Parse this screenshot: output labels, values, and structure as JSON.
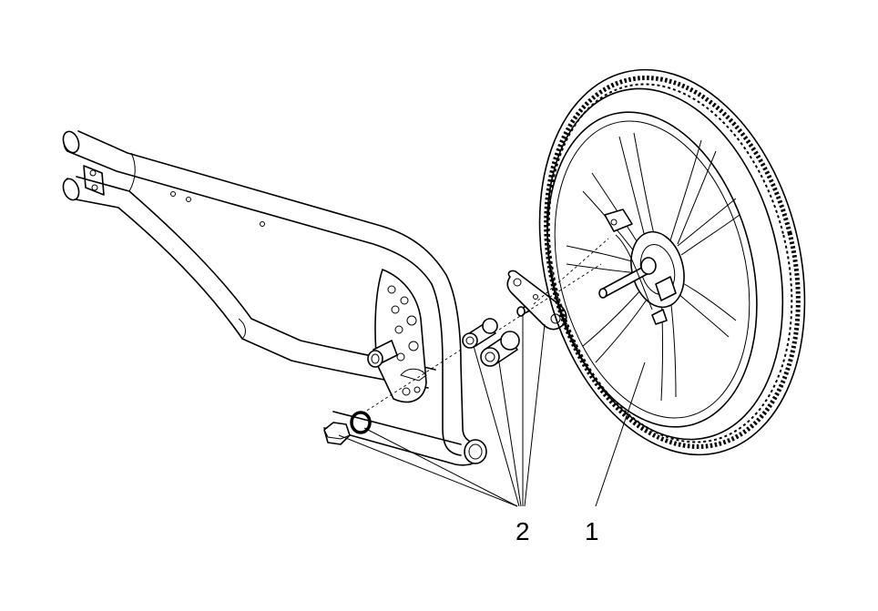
{
  "diagram": {
    "callouts": [
      {
        "id": "part-2",
        "label": "2"
      },
      {
        "id": "part-1",
        "label": "1"
      }
    ],
    "colors": {
      "line": "#000000",
      "background": "#ffffff"
    }
  }
}
